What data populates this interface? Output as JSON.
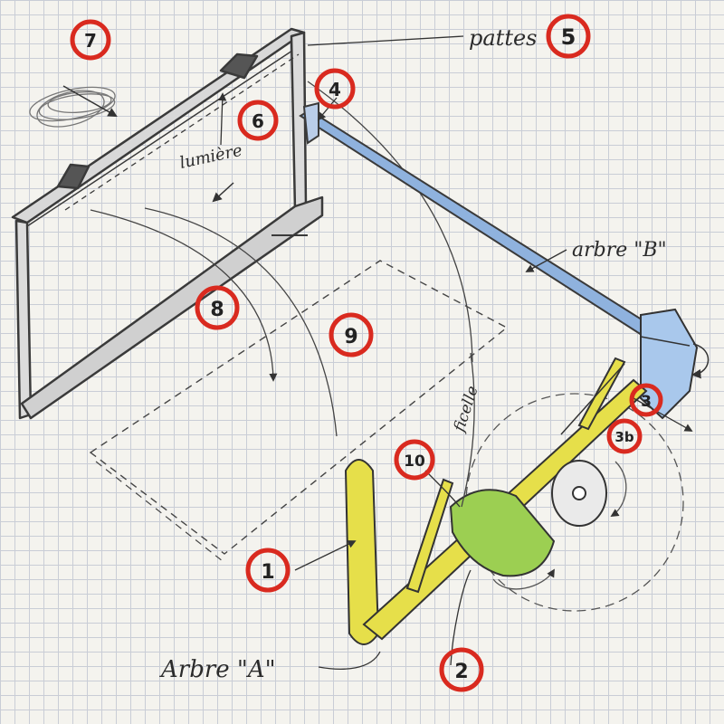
{
  "labels": {
    "pattes": "pattes",
    "lumiere": "lumière",
    "arbre_b": "arbre \"B\"",
    "ficelle": "ficelle",
    "arbre_a": "Arbre \"A\""
  },
  "markers": {
    "m7": "7",
    "m5": "5",
    "m4": "4",
    "m6": "6",
    "m8": "8",
    "m9": "9",
    "m3": "3",
    "m3b": "3b",
    "m10": "10",
    "m1": "1",
    "m2": "2"
  },
  "colors": {
    "pencil": "#3a3a3a",
    "marker_ring": "#d92a1f",
    "arm_yellow": "#e6df4a",
    "cam_green": "#9ccf52",
    "shaft_blue": "#8fb2de"
  }
}
